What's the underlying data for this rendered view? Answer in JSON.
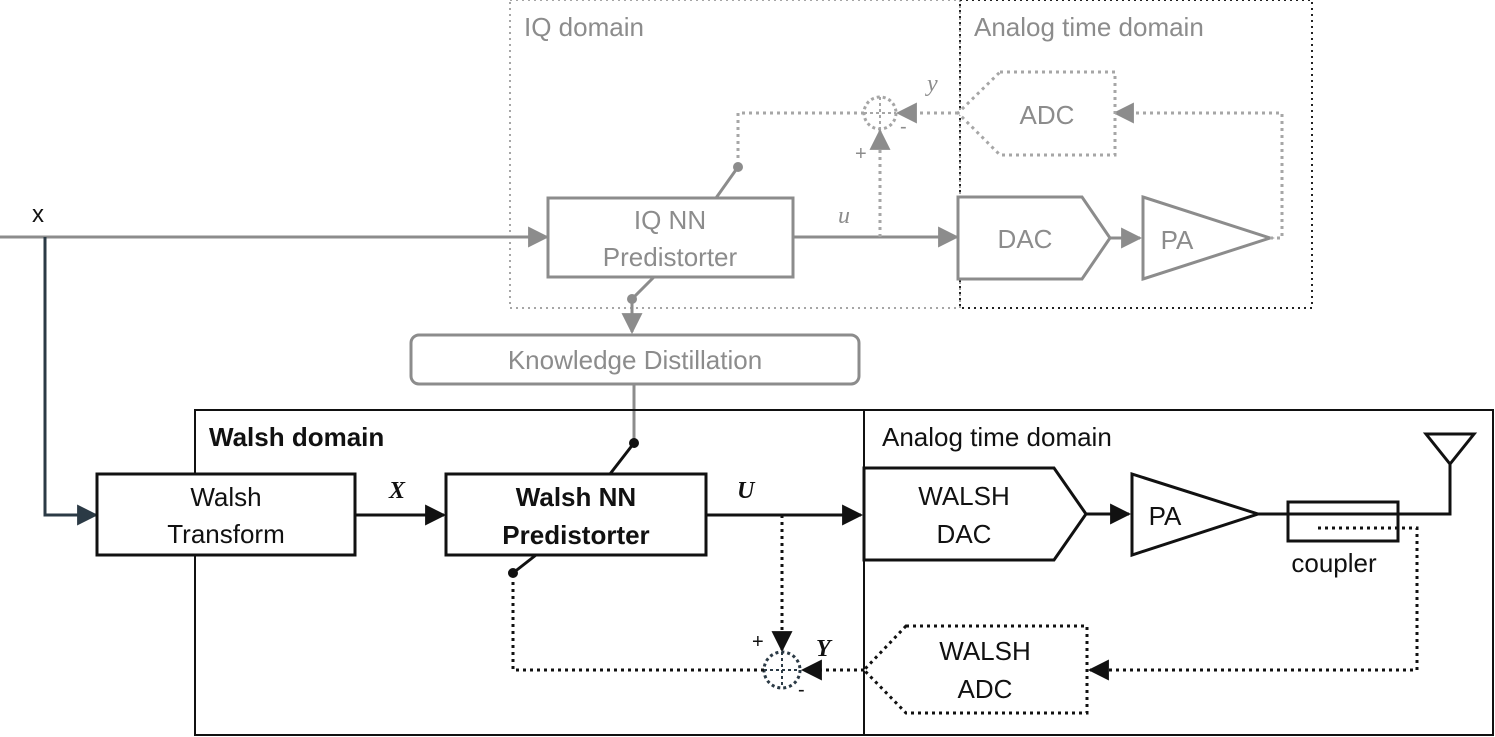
{
  "input_label": "x",
  "iq": {
    "region_label": "IQ domain",
    "analog_label": "Analog time domain",
    "predistorter_line1": "IQ NN",
    "predistorter_line2": "Predistorter",
    "signal_u": "u",
    "signal_y": "y",
    "dac": "DAC",
    "pa": "PA",
    "adc": "ADC",
    "plus": "+",
    "minus": "-"
  },
  "distillation_label": "Knowledge Distillation",
  "walsh": {
    "region_label": "Walsh domain",
    "analog_label": "Analog time domain",
    "transform_line1": "Walsh",
    "transform_line2": "Transform",
    "signal_X": "X",
    "predistorter_line1": "Walsh NN",
    "predistorter_line2": "Predistorter",
    "signal_U": "U",
    "dac_line1": "WALSH",
    "dac_line2": "DAC",
    "pa": "PA",
    "coupler": "coupler",
    "adc_line1": "WALSH",
    "adc_line2": "ADC",
    "signal_Y": "Y",
    "plus": "+",
    "minus": "-"
  },
  "colors": {
    "gray": "#8c8c8c",
    "black": "#111111",
    "input_line": "#2b3a45"
  }
}
